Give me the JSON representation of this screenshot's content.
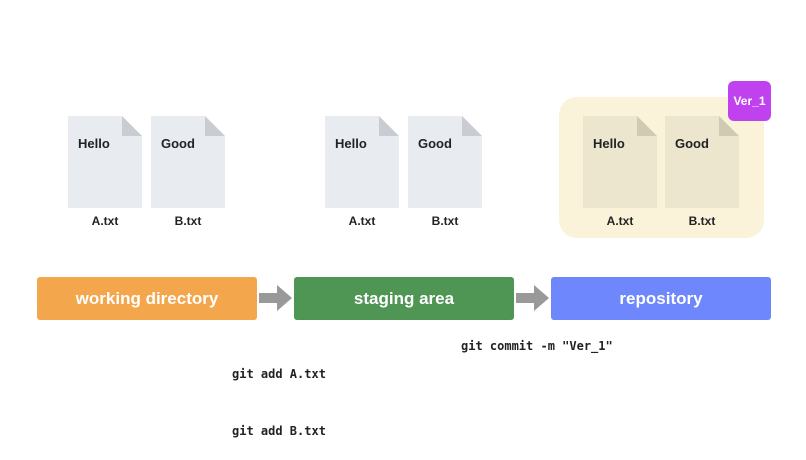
{
  "groups": [
    {
      "files": [
        {
          "name": "A.txt",
          "content": "Hello"
        },
        {
          "name": "B.txt",
          "content": "Good"
        }
      ]
    },
    {
      "files": [
        {
          "name": "A.txt",
          "content": "Hello"
        },
        {
          "name": "B.txt",
          "content": "Good"
        }
      ]
    },
    {
      "files": [
        {
          "name": "A.txt",
          "content": "Hello"
        },
        {
          "name": "B.txt",
          "content": "Good"
        }
      ]
    }
  ],
  "version_tag": "Ver_1",
  "stages": [
    {
      "label": "working directory",
      "color": "#f4a64c"
    },
    {
      "label": "staging area",
      "color": "#4f9655"
    },
    {
      "label": "repository",
      "color": "#6f87fc"
    }
  ],
  "commands": {
    "add_a": "git add A.txt",
    "add_b": "git add B.txt",
    "commit": "git commit -m \"Ver_1\""
  },
  "colors": {
    "doc_fill": "#e8ecf1",
    "doc_fold": "#c9ccd1",
    "doc_fill_repo": "#ece6cf",
    "doc_fold_repo": "#cfcab4",
    "arrow": "#999999",
    "repo_highlight": "#fbf3d9",
    "version_tag": "#c042ef"
  }
}
